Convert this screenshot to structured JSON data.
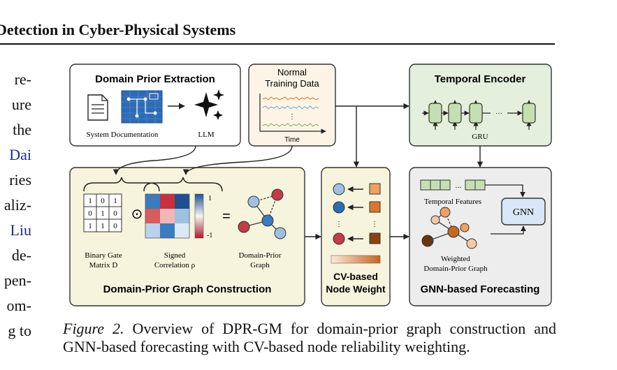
{
  "running_head": "Detection in Cyber-Physical Systems",
  "left_column_fragments": [
    {
      "text": "re-",
      "color": "#111111"
    },
    {
      "text": "ure",
      "color": "#111111"
    },
    {
      "text": "the",
      "color": "#111111"
    },
    {
      "text": "Dai",
      "color": "#1b2f8a"
    },
    {
      "text": "ries",
      "color": "#111111"
    },
    {
      "text": "aliz-",
      "color": "#111111"
    },
    {
      "text": "Liu",
      "color": "#1b2f8a"
    },
    {
      "text": "de-",
      "color": "#111111"
    },
    {
      "text": "pen-",
      "color": "#111111"
    },
    {
      "text": "om-",
      "color": "#111111"
    },
    {
      "text": "g to",
      "color": "#111111"
    }
  ],
  "figure": {
    "domain_prior": {
      "title": "Domain Prior Extraction",
      "doc_label": "System Documentation",
      "llm_label": "LLM"
    },
    "normal_data": {
      "title_line1": "Normal",
      "title_line2": "Training Data",
      "axis_label": "Time",
      "ellipsis": "⋮"
    },
    "temporal_encoder": {
      "title": "Temporal Encoder",
      "label": "GRU",
      "ellipsis": "···"
    },
    "graph_construction": {
      "title": "Domain-Prior Graph Construction",
      "matrix": [
        [
          1,
          0,
          1
        ],
        [
          0,
          1,
          0
        ],
        [
          1,
          1,
          0
        ]
      ],
      "odot": "⊙",
      "equals": "=",
      "colorbar_top": "1",
      "colorbar_bottom": "-1",
      "binary_label_line1": "Binary Gate",
      "binary_label_line2": "Matrix D",
      "signed_label_line1": "Signed",
      "signed_label_line2": "Correlation ρ",
      "graph_label_line1": "Domain-Prior",
      "graph_label_line2": "Graph"
    },
    "node_weight": {
      "title_line1": "CV-based",
      "title_line2": "Node Weight",
      "ellipsis": "⋮"
    },
    "gnn_forecasting": {
      "title": "GNN-based Forecasting",
      "temporal_features": "Temporal Features",
      "gnn_label": "GNN",
      "weighted_line1": "Weighted",
      "weighted_line2": "Domain-Prior Graph",
      "ellipsis": "..."
    },
    "colors": {
      "domain_bg": "#ffffff",
      "normal_bg": "#fdf4e6",
      "temporal_bg": "#e5f0dc",
      "construction_bg": "#f6f4dc",
      "node_weight_bg": "#f6f4dc",
      "gnn_bg": "#ededed",
      "node_blue": "#9ec1e2",
      "node_red": "#c33c46",
      "node_orange": "#d9782c",
      "node_peach": "#f6c7a8",
      "gru_green": "#c6dfb2",
      "gnn_box": "#d8e6f5"
    }
  },
  "caption": {
    "label": "Figure 2.",
    "text": " Overview of DPR-GM for domain-prior graph construction and GNN-based forecasting with CV-based node reliability weighting."
  }
}
